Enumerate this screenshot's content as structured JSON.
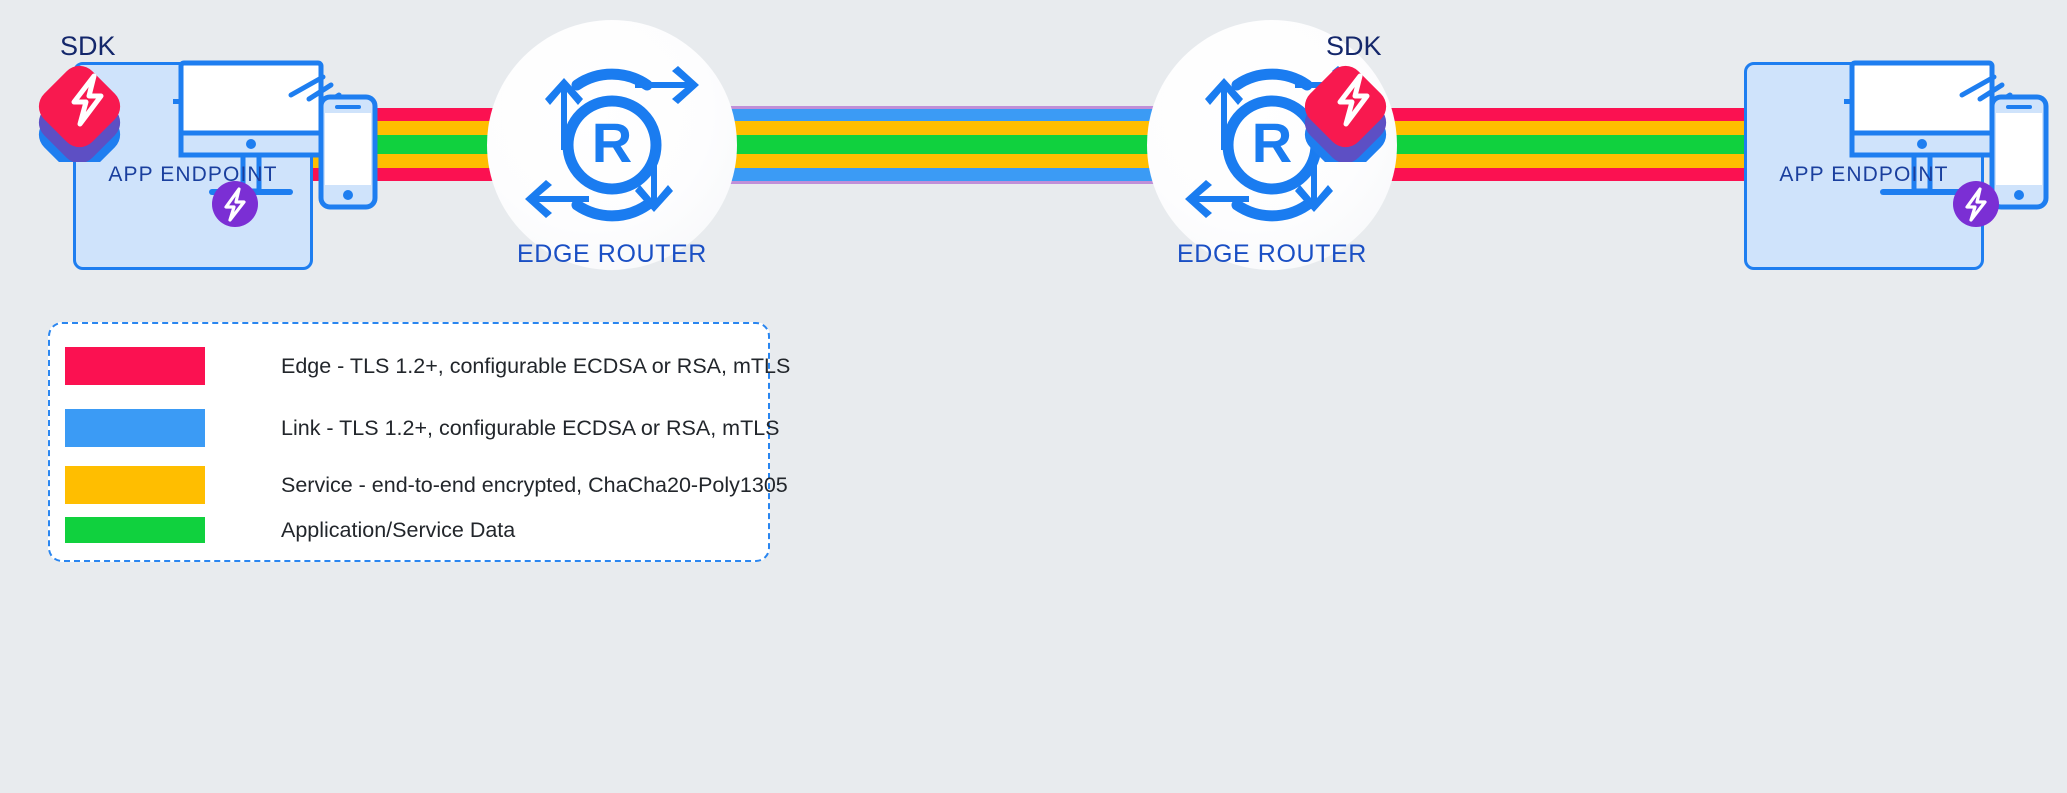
{
  "background_color": "#e8ebee",
  "colors": {
    "edge_red": "#fb1151",
    "link_blue": "#3b9bf5",
    "service_orange": "#ffbe00",
    "app_green": "#10d13e",
    "router_blue": "#1a7cf0",
    "label_blue": "#1a4fc4",
    "endpoint_fill": "#cfe3fb",
    "endpoint_stroke": "#1e7ef0",
    "sdk_top": "#f8194f",
    "sdk_mid": "#5d4fc4",
    "sdk_bottom": "#1e7ef0",
    "bolt_badge": "#7b2fd4"
  },
  "nodes": {
    "left_endpoint": {
      "sdk_label": "SDK",
      "panel_label": "APP ENDPOINT",
      "sdk_badge_icon": "sdk-stack-bolt-icon",
      "bolt_badge_icon": "bolt-circle-icon",
      "device_icons": [
        "desktop-monitor-icon",
        "mobile-phone-icon"
      ]
    },
    "right_endpoint": {
      "sdk_label": "SDK",
      "panel_label": "APP ENDPOINT",
      "sdk_badge_icon": "sdk-stack-bolt-icon",
      "bolt_badge_icon": "bolt-circle-icon",
      "device_icons": [
        "desktop-monitor-icon",
        "mobile-phone-icon"
      ]
    },
    "router_left": {
      "label": "EDGE ROUTER",
      "icon": "edge-router-icon"
    },
    "router_right": {
      "label": "EDGE ROUTER",
      "icon": "edge-router-icon"
    }
  },
  "pipe": {
    "segments": [
      {
        "name": "left-edge-segment",
        "bands": [
          "edge_red",
          "service_orange",
          "app_green",
          "service_orange",
          "edge_red"
        ]
      },
      {
        "name": "router-to-router-link-segment",
        "bands": [
          "link_blue",
          "service_orange",
          "app_green",
          "service_orange",
          "link_blue"
        ]
      },
      {
        "name": "right-edge-segment",
        "bands": [
          "edge_red",
          "service_orange",
          "app_green",
          "service_orange",
          "edge_red"
        ]
      }
    ]
  },
  "legend": {
    "items": [
      {
        "color": "#fb1151",
        "label": "Edge - TLS 1.2+, configurable ECDSA or RSA, mTLS"
      },
      {
        "color": "#3b9bf5",
        "label": "Link - TLS 1.2+, configurable ECDSA or RSA, mTLS"
      },
      {
        "color": "#ffbe00",
        "label": "Service - end-to-end encrypted, ChaCha20-Poly1305"
      },
      {
        "color": "#10d13e",
        "label": "Application/Service Data"
      }
    ]
  }
}
